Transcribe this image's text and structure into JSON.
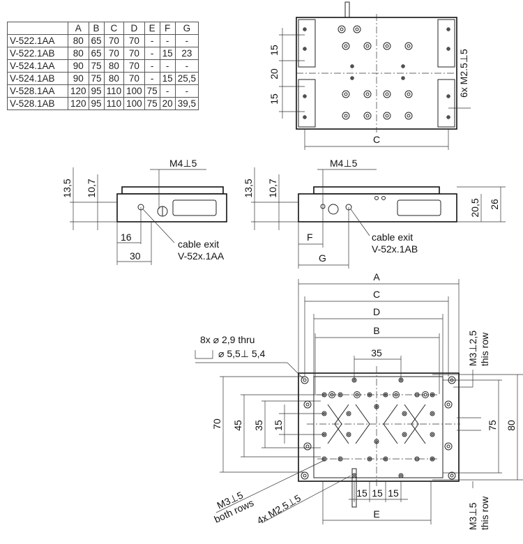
{
  "table": {
    "headers": [
      "",
      "A",
      "B",
      "C",
      "D",
      "E",
      "F",
      "G"
    ],
    "rows": [
      [
        "V-522.1AA",
        "80",
        "65",
        "70",
        "70",
        "-",
        "-",
        "-"
      ],
      [
        "V-522.1AB",
        "80",
        "65",
        "70",
        "70",
        "-",
        "15",
        "23"
      ],
      [
        "V-524.1AA",
        "90",
        "75",
        "80",
        "70",
        "-",
        "-",
        "-"
      ],
      [
        "V-524.1AB",
        "90",
        "75",
        "80",
        "70",
        "-",
        "15",
        "25,5"
      ],
      [
        "V-528.1AA",
        "120",
        "95",
        "110",
        "100",
        "75",
        "-",
        "-"
      ],
      [
        "V-528.1AB",
        "120",
        "95",
        "110",
        "100",
        "75",
        "20",
        "39,5"
      ]
    ]
  },
  "top_view": {
    "dim_15a": "15",
    "dim_20": "20",
    "dim_15b": "15",
    "thread": "6x M2.5⊥5",
    "dim_c": "C"
  },
  "side_aa": {
    "h1": "13,5",
    "h2": "10,7",
    "thread": "M4⊥5",
    "d16": "16",
    "d30": "30",
    "cable1": "cable exit",
    "cable2": "V-52x.1AA"
  },
  "side_ab": {
    "h1": "13,5",
    "h2": "10,7",
    "thread": "M4⊥5",
    "h3": "20,5",
    "h4": "26",
    "f": "F",
    "g": "G",
    "cable1": "cable exit",
    "cable2": "V-52x.1AB"
  },
  "bottom_view": {
    "a": "A",
    "c": "C",
    "d": "D",
    "b": "B",
    "d35": "35",
    "holes1": "8x ⌀ 2,9 thru",
    "holes2": "⌀ 5,5⊥ 5,4",
    "v70": "70",
    "v45": "45",
    "v35": "35",
    "v15": "15",
    "v75": "75",
    "v80": "80",
    "m3top1": "M3⊥2,5",
    "m3top2": "this row",
    "m3bot1": "M3⊥5",
    "m3bot2": "this row",
    "both1": "M3⊥5",
    "both2": "both rows",
    "m25": "4x M2.5⊥5",
    "h15a": "15",
    "h15b": "15",
    "h15c": "15",
    "e": "E"
  }
}
